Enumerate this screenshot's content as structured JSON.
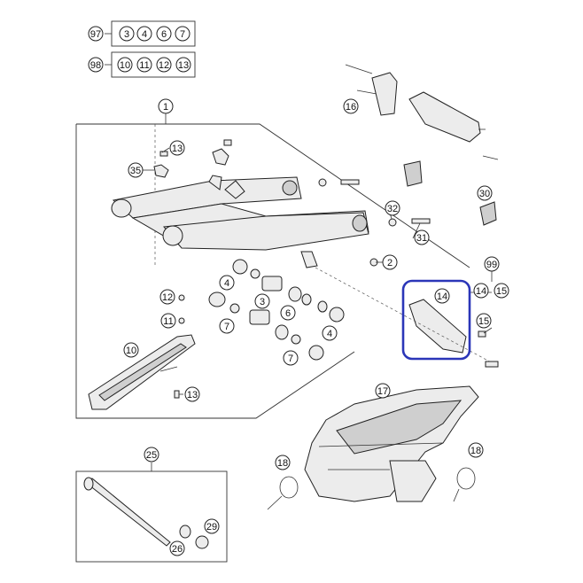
{
  "callouts": {
    "c97": "97",
    "c3": "3",
    "c4": "4",
    "c6": "6",
    "c7": "7",
    "c98": "98",
    "c10": "10",
    "c11": "11",
    "c12": "12",
    "c13": "13",
    "c1": "1",
    "c16": "16",
    "c35": "35",
    "c13a": "13",
    "c32": "32",
    "c31": "31",
    "c2": "2",
    "c30": "30",
    "c99": "99",
    "c14": "14",
    "c15": "15",
    "c14b": "14",
    "c15b": "15",
    "c12b": "12",
    "c11b": "11",
    "c4b": "4",
    "c3b": "3",
    "c6b": "6",
    "c7b": "7",
    "c4c": "4",
    "c7c": "7",
    "c10b": "10",
    "c13b": "13",
    "c17": "17",
    "c18a": "18",
    "c18b": "18",
    "c25": "25",
    "c29": "29",
    "c26": "26"
  },
  "highlight": {
    "color": "#2b36b8",
    "target": "14"
  }
}
